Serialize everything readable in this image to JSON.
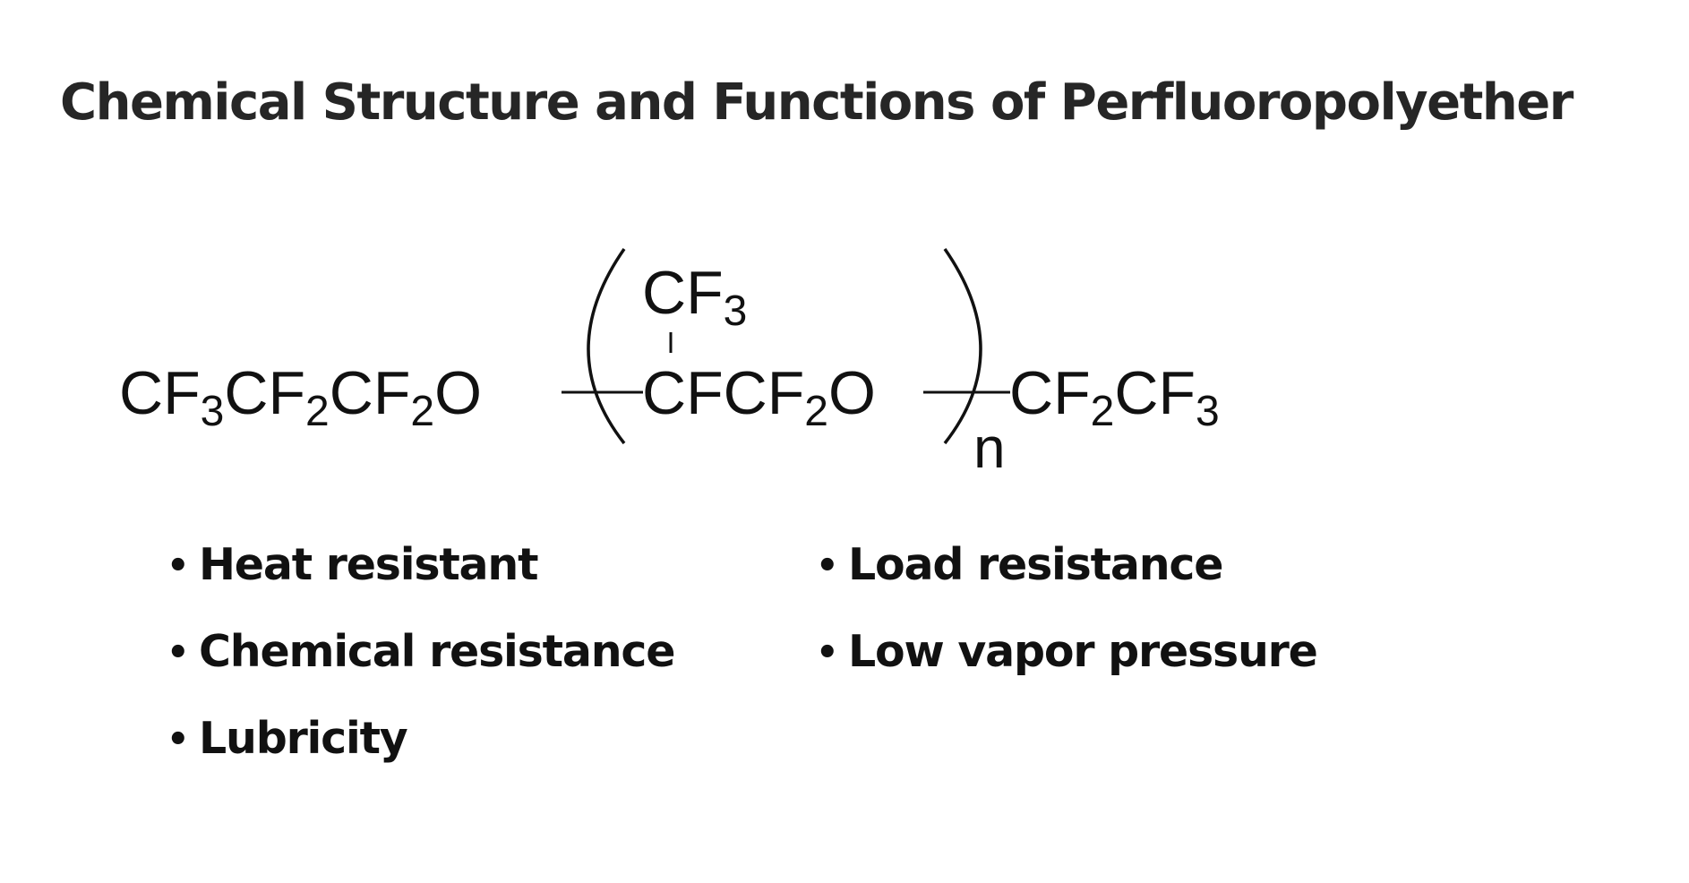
{
  "title": "Chemical Structure and Functions of Perfluoropolyether",
  "formula": {
    "end_left": [
      {
        "t": "CF",
        "sub": "3"
      },
      {
        "t": "CF",
        "sub": "2"
      },
      {
        "t": "CF",
        "sub": "2"
      },
      {
        "t": "O",
        "sub": ""
      }
    ],
    "branch": {
      "t": "CF",
      "sub": "3"
    },
    "repeat_unit": [
      {
        "t": "CFCF",
        "sub": "2"
      },
      {
        "t": "O",
        "sub": ""
      }
    ],
    "repeat_count": "n",
    "end_right": [
      {
        "t": "CF",
        "sub": "2"
      },
      {
        "t": "CF",
        "sub": "3"
      }
    ]
  },
  "properties": {
    "bullet": "•",
    "left": [
      "Heat resistant",
      "Chemical resistance",
      "Lubricity"
    ],
    "right": [
      "Load resistance",
      "Low vapor pressure"
    ]
  }
}
